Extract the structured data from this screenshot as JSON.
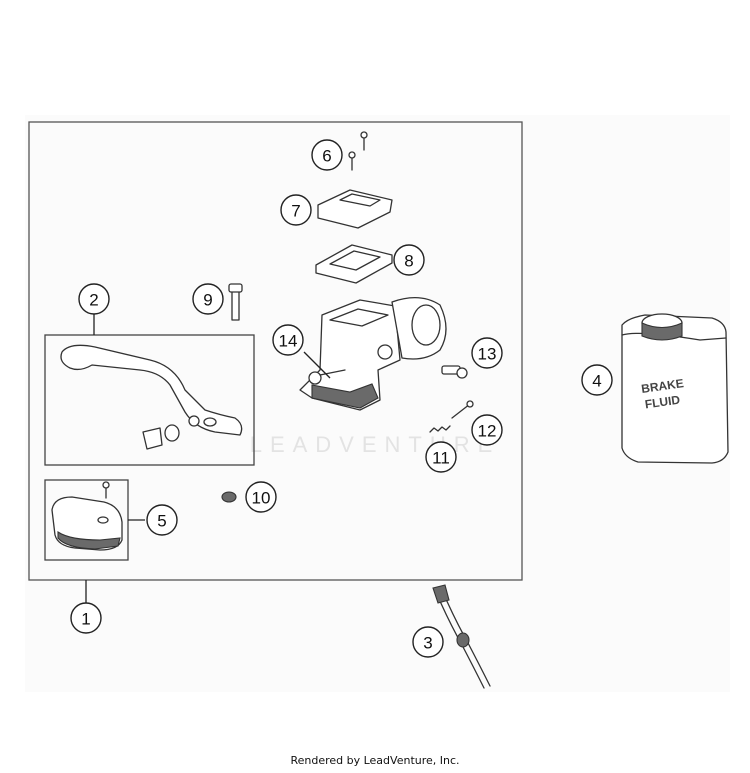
{
  "callouts": [
    {
      "id": "1",
      "label": "1"
    },
    {
      "id": "2",
      "label": "2"
    },
    {
      "id": "3",
      "label": "3"
    },
    {
      "id": "4",
      "label": "4"
    },
    {
      "id": "5",
      "label": "5"
    },
    {
      "id": "6",
      "label": "6"
    },
    {
      "id": "7",
      "label": "7"
    },
    {
      "id": "8",
      "label": "8"
    },
    {
      "id": "9",
      "label": "9"
    },
    {
      "id": "10",
      "label": "10"
    },
    {
      "id": "11",
      "label": "11"
    },
    {
      "id": "12",
      "label": "12"
    },
    {
      "id": "13",
      "label": "13"
    },
    {
      "id": "14",
      "label": "14"
    }
  ],
  "brake_fluid_label": {
    "line1": "BRAKE",
    "line2": "FLUID"
  },
  "watermark": "LEADVENTURE",
  "footer": "Rendered by LeadVenture, Inc."
}
